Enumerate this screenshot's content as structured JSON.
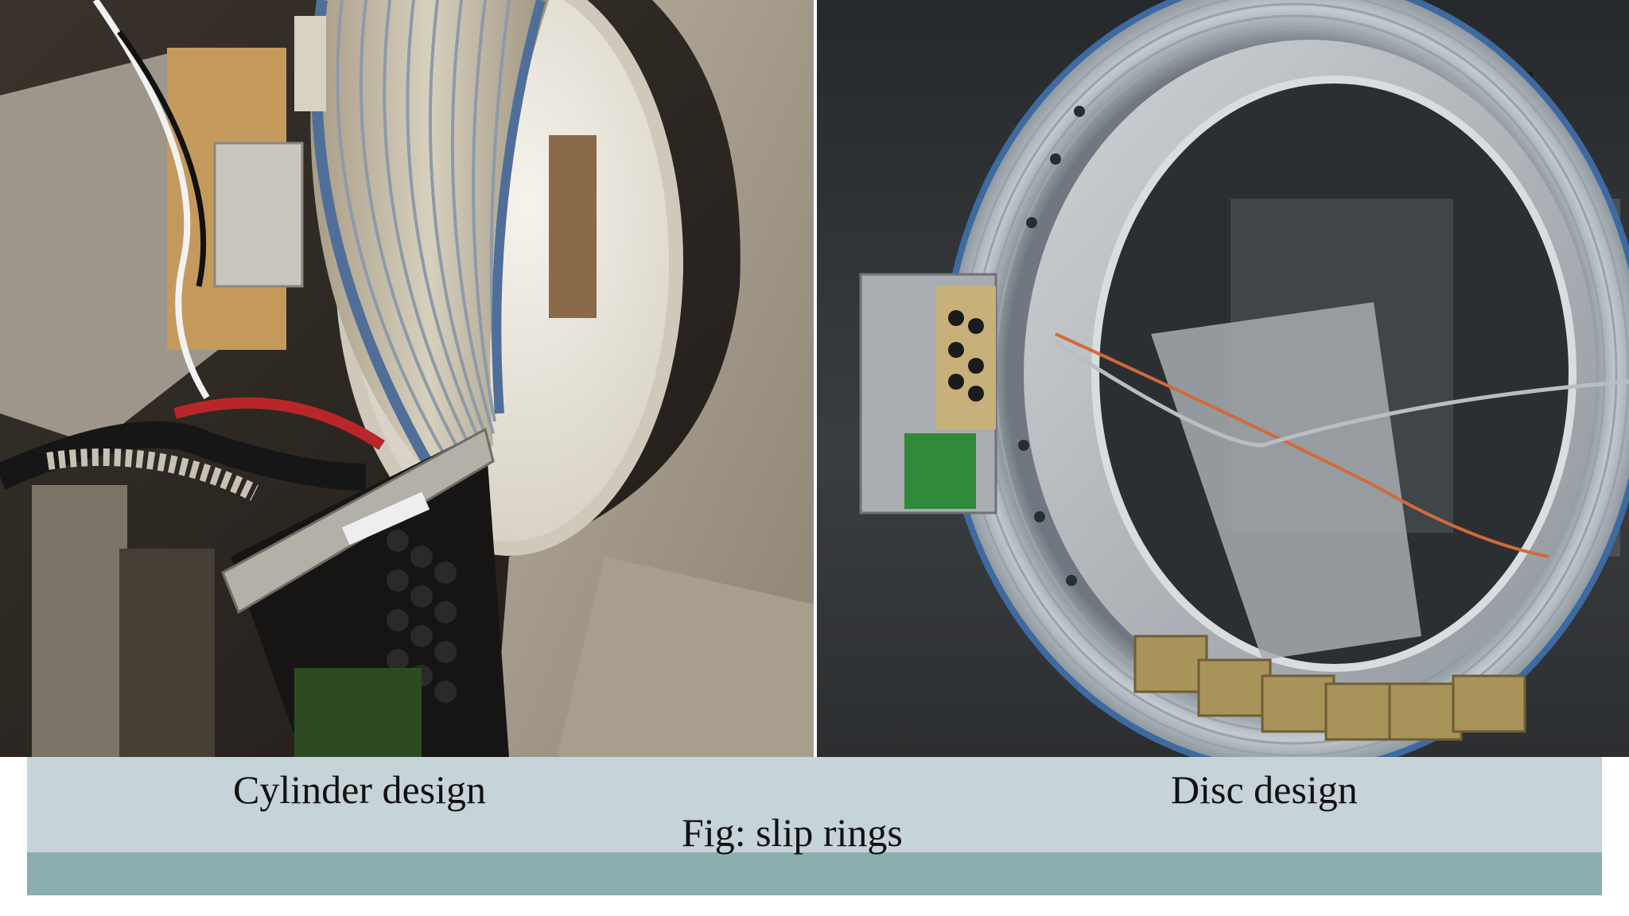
{
  "slide": {
    "images": [
      {
        "subject": "cylinder slip ring assembly"
      },
      {
        "subject": "disc slip ring assembly"
      }
    ],
    "caption_left": "Cylinder design",
    "caption_right": "Disc design",
    "figure_caption": "Fig: slip rings",
    "colors": {
      "caption_panel": "#c6d3d8",
      "caption_bar": "#8caeae",
      "text": "#111111"
    }
  }
}
